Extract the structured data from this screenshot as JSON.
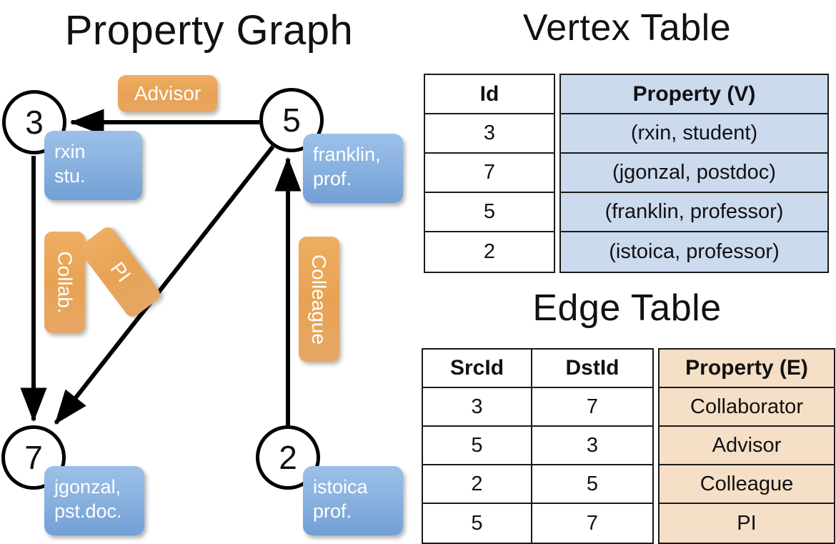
{
  "titles": {
    "property_graph": "Property Graph",
    "vertex_table": "Vertex Table",
    "edge_table": "Edge Table"
  },
  "colors": {
    "node_stroke": "#000000",
    "vertex_property_fill": "#ccdaee",
    "edge_property_fill": "#f5dfc6",
    "blue_callout": "#8bb3e0",
    "orange_label": "#e8a254",
    "background": "#ffffff"
  },
  "graph": {
    "nodes": [
      {
        "id": "3",
        "label": "3",
        "property_line1": "rxin",
        "property_line2": "stu."
      },
      {
        "id": "5",
        "label": "5",
        "property_line1": "franklin,",
        "property_line2": "prof."
      },
      {
        "id": "7",
        "label": "7",
        "property_line1": "jgonzal,",
        "property_line2": "pst.doc."
      },
      {
        "id": "2",
        "label": "2",
        "property_line1": "istoica",
        "property_line2": "prof."
      }
    ],
    "edge_labels": [
      {
        "key": "advisor",
        "text": "Advisor",
        "src": "5",
        "dst": "3"
      },
      {
        "key": "collab",
        "text": "Collab.",
        "src": "3",
        "dst": "7"
      },
      {
        "key": "pi",
        "text": "PI",
        "src": "5",
        "dst": "7"
      },
      {
        "key": "colleague",
        "text": "Colleague",
        "src": "2",
        "dst": "5"
      }
    ]
  },
  "vertex_table": {
    "headers": {
      "id": "Id",
      "property": "Property (V)"
    },
    "rows": [
      {
        "id": "3",
        "property": "(rxin, student)"
      },
      {
        "id": "7",
        "property": "(jgonzal, postdoc)"
      },
      {
        "id": "5",
        "property": "(franklin, professor)"
      },
      {
        "id": "2",
        "property": "(istoica, professor)"
      }
    ]
  },
  "edge_table": {
    "headers": {
      "src": "SrcId",
      "dst": "DstId",
      "property": "Property (E)"
    },
    "rows": [
      {
        "src": "3",
        "dst": "7",
        "property": "Collaborator"
      },
      {
        "src": "5",
        "dst": "3",
        "property": "Advisor"
      },
      {
        "src": "2",
        "dst": "5",
        "property": "Colleague"
      },
      {
        "src": "5",
        "dst": "7",
        "property": "PI"
      }
    ]
  }
}
